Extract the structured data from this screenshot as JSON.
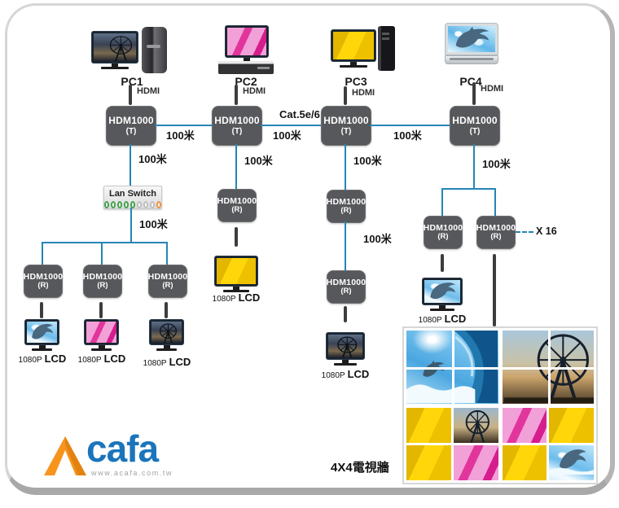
{
  "colors": {
    "link_blue": "#2585b5",
    "extender_gray": "#57585b",
    "brand_orange": "#f7941d",
    "brand_blue": "#1a75bc",
    "lcd_yellow": "#ffd60a",
    "lcd_pink": "#e2359c"
  },
  "devices": {
    "model": "HDM1000",
    "tx_suffix": "(T)",
    "rx_suffix": "(R)"
  },
  "pcs": [
    {
      "label": "PC1"
    },
    {
      "label": "PC2"
    },
    {
      "label": "PC3"
    },
    {
      "label": "PC4"
    }
  ],
  "labels": {
    "hdmi": "HDMI",
    "distance": "100米",
    "cable": "Cat.5e/6",
    "x16": "X 16",
    "lan_switch": "Lan Switch",
    "lcd_res": "1080P",
    "lcd_type": "LCD",
    "wall_caption": "4X4電視牆"
  },
  "logo": {
    "brand": "cafa",
    "url": "www.acafa.com.tw"
  }
}
